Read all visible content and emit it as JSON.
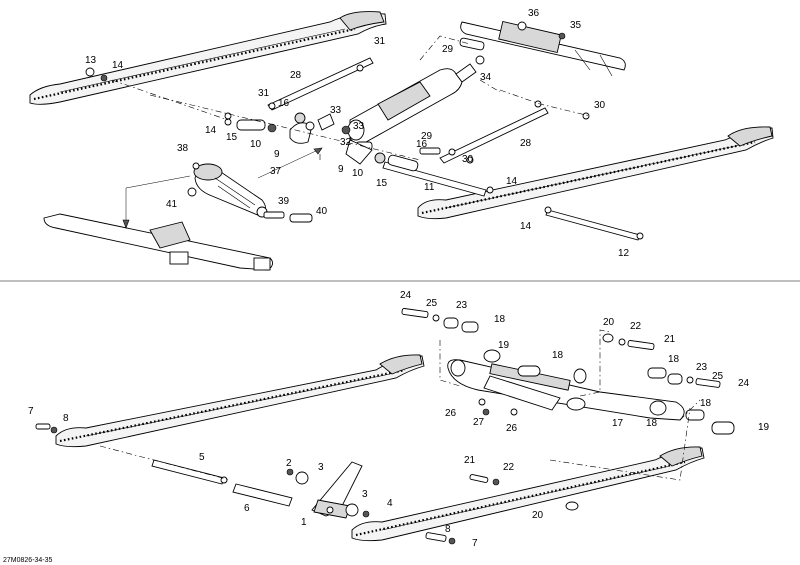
{
  "diagram_code": "27M0826-34-35",
  "labels": {
    "top": [
      "13",
      "14",
      "31",
      "28",
      "29",
      "36",
      "35",
      "34",
      "31",
      "16",
      "33",
      "30",
      "14",
      "15",
      "10",
      "9",
      "32",
      "33",
      "29",
      "16",
      "28",
      "38",
      "37",
      "30",
      "9",
      "10",
      "15",
      "11",
      "14",
      "41",
      "39",
      "40",
      "14",
      "12"
    ],
    "bottom": [
      "24",
      "25",
      "23",
      "18",
      "20",
      "22",
      "21",
      "19",
      "18",
      "18",
      "23",
      "25",
      "24",
      "7",
      "8",
      "26",
      "27",
      "26",
      "18",
      "17",
      "18",
      "19",
      "5",
      "2",
      "3",
      "6",
      "1",
      "3",
      "4",
      "21",
      "22",
      "20",
      "8",
      "7"
    ]
  }
}
